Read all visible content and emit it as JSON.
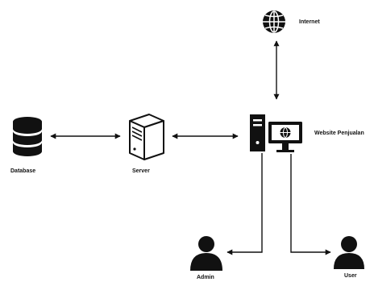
{
  "nodes": {
    "internet": {
      "label": "Internet",
      "icon": "globe-icon"
    },
    "website": {
      "label": "Website Penjualan",
      "icon": "desktop-computer-icon"
    },
    "database": {
      "label": "Database",
      "icon": "database-icon"
    },
    "server": {
      "label": "Server",
      "icon": "server-icon"
    },
    "admin": {
      "label": "Admin",
      "icon": "user-icon"
    },
    "user": {
      "label": "User",
      "icon": "user-icon"
    }
  },
  "connections": [
    {
      "from": "internet",
      "to": "website",
      "arrows": "both"
    },
    {
      "from": "database",
      "to": "server",
      "arrows": "both"
    },
    {
      "from": "server",
      "to": "website",
      "arrows": "both"
    },
    {
      "from": "website",
      "to": "admin",
      "arrows": "end"
    },
    {
      "from": "website",
      "to": "user",
      "arrows": "end"
    }
  ],
  "colors": {
    "ink": "#111111",
    "background": "#ffffff"
  }
}
